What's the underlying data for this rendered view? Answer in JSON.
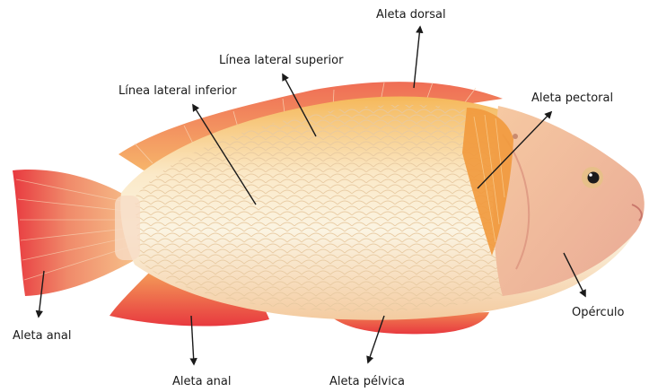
{
  "labels": {
    "aleta_dorsal": "Aleta dorsal",
    "linea_lateral_superior": "Línea lateral superior",
    "linea_lateral_inferior": "Línea lateral inferior",
    "aleta_pectoral": "Aleta pectoral",
    "operculo": "Opérculo",
    "aleta_anal_left": "Aleta anal",
    "aleta_anal_bottom": "Aleta anal",
    "aleta_pelvica": "Aleta pélvica"
  },
  "colors": {
    "background": "#ffffff",
    "body_light": "#f8f1dc",
    "body_orange": "#f0b060",
    "fin_red": "#e8393f",
    "fin_orange": "#f4a15a",
    "head_pink": "#f2c3a8",
    "arrow": "#1a1a1a"
  },
  "illustration": {
    "subject": "tilapia-fish",
    "facing": "right"
  }
}
